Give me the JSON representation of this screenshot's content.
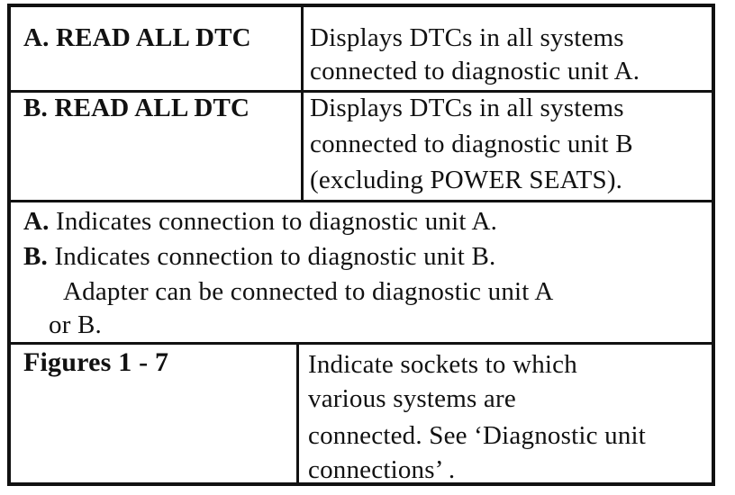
{
  "rows": [
    {
      "label": "A. READ ALL DTC",
      "lines": [
        "Displays DTCs in all systems",
        "connected to diagnostic unit A."
      ]
    },
    {
      "label": "B. READ ALL DTC",
      "lines": [
        "Displays DTCs in all systems",
        "connected to diagnostic unit B",
        "(excluding POWER SEATS)."
      ]
    }
  ],
  "notes": [
    {
      "prefix": "A.",
      "text": " Indicates connection to diagnostic unit A."
    },
    {
      "prefix": "B.",
      "text": " Indicates connection to diagnostic unit B."
    },
    {
      "prefix": "",
      "text": "Adapter can be connected to diagnostic unit A"
    },
    {
      "prefix": "",
      "text": "or B."
    }
  ],
  "figures": {
    "label": "Figures 1 - 7",
    "lines": [
      "Indicate sockets to which",
      "various systems are",
      "connected.  See ‘Diagnostic unit",
      "connections’ ."
    ]
  }
}
